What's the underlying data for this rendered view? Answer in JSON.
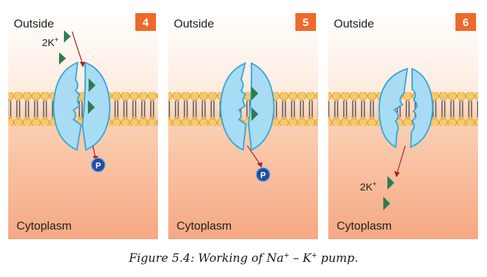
{
  "panels": [
    {
      "number": "4",
      "outside_label": "Outside",
      "cytoplasm_label": "Cytoplasm",
      "ion_label": "2K",
      "ion_charge": "+",
      "phosphate_label": "P"
    },
    {
      "number": "5",
      "outside_label": "Outside",
      "cytoplasm_label": "Cytoplasm",
      "phosphate_label": "P"
    },
    {
      "number": "6",
      "outside_label": "Outside",
      "cytoplasm_label": "Cytoplasm",
      "ion_label": "2K",
      "ion_charge": "+"
    }
  ],
  "caption": {
    "prefix": "Figure 5.4: Working of Na",
    "charge1": "+",
    "middle": " – K",
    "charge2": "+",
    "suffix": " pump."
  },
  "colors": {
    "outside_top": "#ffffff",
    "outside_bottom": "#fdebdd",
    "cytoplasm_top": "#fbd3b8",
    "cytoplasm_bottom": "#f5a882",
    "lipid_head": "#f7c96a",
    "lipid_head_stroke": "#d9a030",
    "lipid_tail": "#555555",
    "protein_fill": "#a7dcf4",
    "protein_stroke": "#3aa6d9",
    "ion": "#2e7d4f",
    "arrow": "#b0202a",
    "number_badge": "#ec6a2c",
    "phosphate": "#1f4fa0"
  }
}
